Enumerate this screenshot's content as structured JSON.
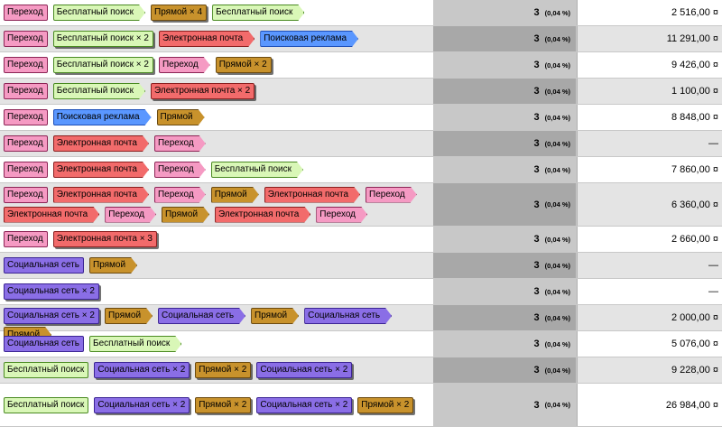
{
  "rows": [
    {
      "path": [
        {
          "label": "Переход",
          "type": "referral"
        },
        {
          "label": "Бесплатный поиск",
          "type": "organic"
        },
        {
          "label": "Прямой × 4",
          "type": "direct",
          "multi": true
        },
        {
          "label": "Бесплатный поиск",
          "type": "organic"
        }
      ],
      "conversions": "3",
      "percent": "(0,04 %)",
      "value": "2 516,00 ¤"
    },
    {
      "path": [
        {
          "label": "Переход",
          "type": "referral"
        },
        {
          "label": "Бесплатный поиск × 2",
          "type": "organic",
          "multi": true
        },
        {
          "label": "Электронная почта",
          "type": "email"
        },
        {
          "label": "Поисковая реклама",
          "type": "ads"
        }
      ],
      "conversions": "3",
      "percent": "(0,04 %)",
      "value": "11 291,00 ¤"
    },
    {
      "path": [
        {
          "label": "Переход",
          "type": "referral"
        },
        {
          "label": "Бесплатный поиск × 2",
          "type": "organic",
          "multi": true
        },
        {
          "label": "Переход",
          "type": "referral"
        },
        {
          "label": "Прямой × 2",
          "type": "direct",
          "multi": true
        }
      ],
      "conversions": "3",
      "percent": "(0,04 %)",
      "value": "9 426,00 ¤"
    },
    {
      "path": [
        {
          "label": "Переход",
          "type": "referral"
        },
        {
          "label": "Бесплатный поиск",
          "type": "organic"
        },
        {
          "label": "Электронная почта × 2",
          "type": "email",
          "multi": true
        }
      ],
      "conversions": "3",
      "percent": "(0,04 %)",
      "value": "1 100,00 ¤"
    },
    {
      "path": [
        {
          "label": "Переход",
          "type": "referral"
        },
        {
          "label": "Поисковая реклама",
          "type": "ads"
        },
        {
          "label": "Прямой",
          "type": "direct"
        }
      ],
      "conversions": "3",
      "percent": "(0,04 %)",
      "value": "8 848,00 ¤"
    },
    {
      "path": [
        {
          "label": "Переход",
          "type": "referral"
        },
        {
          "label": "Электронная почта",
          "type": "email"
        },
        {
          "label": "Переход",
          "type": "referral"
        }
      ],
      "conversions": "3",
      "percent": "(0,04 %)",
      "value": "—"
    },
    {
      "path": [
        {
          "label": "Переход",
          "type": "referral"
        },
        {
          "label": "Электронная почта",
          "type": "email"
        },
        {
          "label": "Переход",
          "type": "referral"
        },
        {
          "label": "Бесплатный поиск",
          "type": "organic"
        }
      ],
      "conversions": "3",
      "percent": "(0,04 %)",
      "value": "7 860,00 ¤"
    },
    {
      "path": [
        {
          "label": "Переход",
          "type": "referral"
        },
        {
          "label": "Электронная почта",
          "type": "email"
        },
        {
          "label": "Переход",
          "type": "referral"
        },
        {
          "label": "Прямой",
          "type": "direct"
        },
        {
          "label": "Электронная почта",
          "type": "email"
        },
        {
          "label": "Переход",
          "type": "referral"
        },
        {
          "label": "Электронная почта",
          "type": "email"
        },
        {
          "label": "Переход",
          "type": "referral"
        },
        {
          "label": "Прямой",
          "type": "direct"
        },
        {
          "label": "Электронная почта",
          "type": "email"
        },
        {
          "label": "Переход",
          "type": "referral"
        }
      ],
      "conversions": "3",
      "percent": "(0,04 %)",
      "value": "6 360,00 ¤"
    },
    {
      "path": [
        {
          "label": "Переход",
          "type": "referral"
        },
        {
          "label": "Электронная почта × 3",
          "type": "email",
          "multi": true
        }
      ],
      "conversions": "3",
      "percent": "(0,04 %)",
      "value": "2 660,00 ¤"
    },
    {
      "path": [
        {
          "label": "Социальная сеть",
          "type": "social"
        },
        {
          "label": "Прямой",
          "type": "direct"
        }
      ],
      "conversions": "3",
      "percent": "(0,04 %)",
      "value": "—"
    },
    {
      "path": [
        {
          "label": "Социальная сеть × 2",
          "type": "social",
          "multi": true
        }
      ],
      "conversions": "3",
      "percent": "(0,04 %)",
      "value": "—"
    },
    {
      "path": [
        {
          "label": "Социальная сеть × 2",
          "type": "social",
          "multi": true
        },
        {
          "label": "Прямой",
          "type": "direct"
        },
        {
          "label": "Социальная сеть",
          "type": "social"
        },
        {
          "label": "Прямой",
          "type": "direct"
        },
        {
          "label": "Социальная сеть",
          "type": "social"
        },
        {
          "label": "Прямой",
          "type": "direct"
        }
      ],
      "conversions": "3",
      "percent": "(0,04 %)",
      "value": "2 000,00 ¤"
    },
    {
      "path": [
        {
          "label": "Социальная сеть",
          "type": "social"
        },
        {
          "label": "Бесплатный поиск",
          "type": "organic"
        }
      ],
      "conversions": "3",
      "percent": "(0,04 %)",
      "value": "5 076,00 ¤"
    },
    {
      "path": [
        {
          "label": "Бесплатный поиск",
          "type": "organic"
        },
        {
          "label": "Социальная сеть × 2",
          "type": "social",
          "multi": true
        },
        {
          "label": "Прямой × 2",
          "type": "direct",
          "multi": true
        },
        {
          "label": "Социальная сеть × 2",
          "type": "social",
          "multi": true
        }
      ],
      "conversions": "3",
      "percent": "(0,04 %)",
      "value": "9 228,00 ¤"
    },
    {
      "path": [
        {
          "label": "Бесплатный поиск",
          "type": "organic"
        },
        {
          "label": "Социальная сеть × 2",
          "type": "social",
          "multi": true
        },
        {
          "label": "Прямой × 2",
          "type": "direct",
          "multi": true
        },
        {
          "label": "Социальная сеть × 2",
          "type": "social",
          "multi": true
        },
        {
          "label": "Прямой × 2",
          "type": "direct",
          "multi": true
        }
      ],
      "conversions": "3",
      "percent": "(0,04 %)",
      "value": "26 984,00 ¤"
    }
  ]
}
